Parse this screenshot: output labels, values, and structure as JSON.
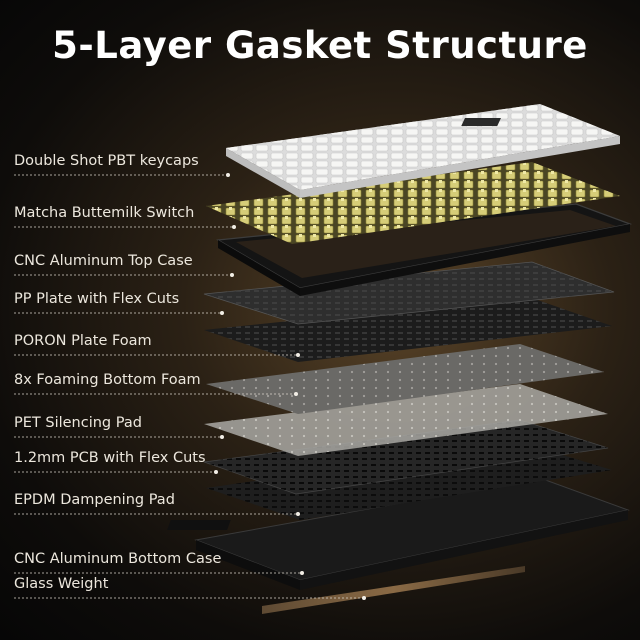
{
  "title": "5-Layer Gasket Structure",
  "layers": [
    {
      "label": "Double Shot PBT keycaps"
    },
    {
      "label": "Matcha Buttemilk Switch"
    },
    {
      "label": "CNC Aluminum Top Case"
    },
    {
      "label": "PP Plate with Flex Cuts"
    },
    {
      "label": "PORON Plate Foam"
    },
    {
      "label": "8x Foaming Bottom Foam"
    },
    {
      "label": "PET Silencing Pad"
    },
    {
      "label": "1.2mm PCB with Flex Cuts"
    },
    {
      "label": "EPDM Dampening Pad"
    },
    {
      "label": "CNC Aluminum Bottom Case"
    },
    {
      "label": "Glass Weight"
    }
  ],
  "colors": {
    "keycap": "#e9e9e9",
    "switch": "#c9c06a",
    "aluminum": "#1b1b1b",
    "plate": "#2a2a2a",
    "foam": "#6c6b69",
    "pet": "#b9b8b4",
    "pcb": "#202020",
    "glass": "#7c5e3e"
  }
}
